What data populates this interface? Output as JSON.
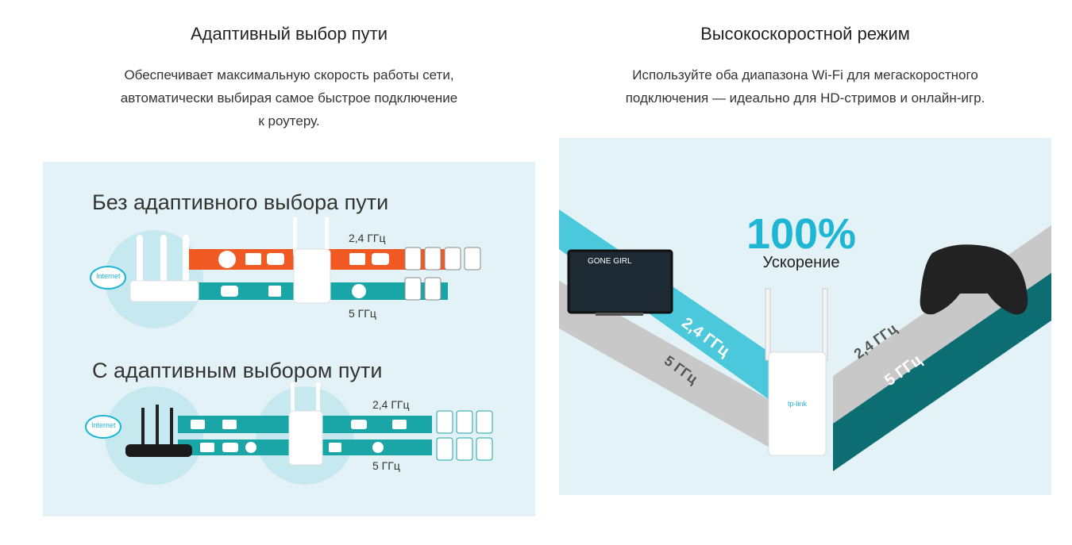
{
  "left": {
    "title": "Адаптивный выбор пути",
    "description": [
      "Обеспечивает максимальную скорость работы сети,",
      "автоматически выбирая самое быстрое подключение",
      "к роутеру."
    ],
    "panel": {
      "section1_title": "Без адаптивного выбора пути",
      "section2_title": "С адаптивным выбором пути",
      "internet_label": "Internet",
      "band_24": "2,4 ГГц",
      "band_5": "5 ГГц"
    }
  },
  "right": {
    "title": "Высокоскоростной режим",
    "description": [
      "Используйте оба диапазона Wi-Fi для мегаскоростного",
      "подключения — идеально для HD-стримов и онлайн-игр."
    ],
    "panel": {
      "percent": "100%",
      "accel_label": "Ускорение",
      "band_24": "2,4 ГГц",
      "band_5": "5 ГГц",
      "tv_title": "GONE GIRL",
      "brand": "tp-link"
    }
  },
  "colors": {
    "orange": "#f05a22",
    "teal": "#1aa6a6",
    "cyan": "#1fb6d6",
    "panel_bg": "#e3f2f6",
    "dark_teal": "#0c6d72",
    "grey_beam": "#bfbfbf"
  }
}
